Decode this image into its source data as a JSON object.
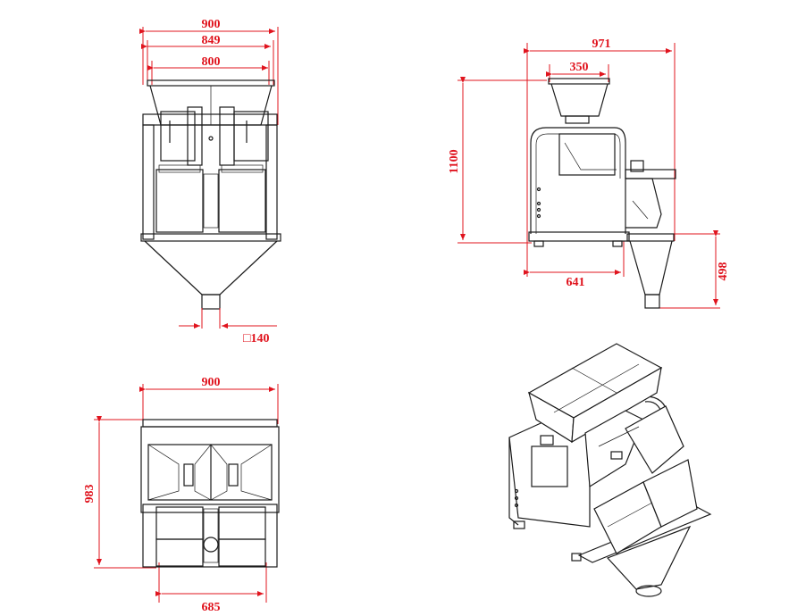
{
  "front_view": {
    "dim_overall_width": "900",
    "dim_hopper_width": "849",
    "dim_inner_width": "800",
    "dim_outlet": "□140"
  },
  "side_view": {
    "dim_overall_length": "971",
    "dim_hopper_width": "350",
    "dim_height": "1100",
    "dim_base_length": "641",
    "dim_funnel_height": "498"
  },
  "top_view": {
    "dim_width": "900",
    "dim_depth": "983",
    "dim_bucket_span": "685"
  },
  "colors": {
    "dimension": "#e0141e",
    "outline": "#1a1a1a",
    "background": "#ffffff"
  }
}
